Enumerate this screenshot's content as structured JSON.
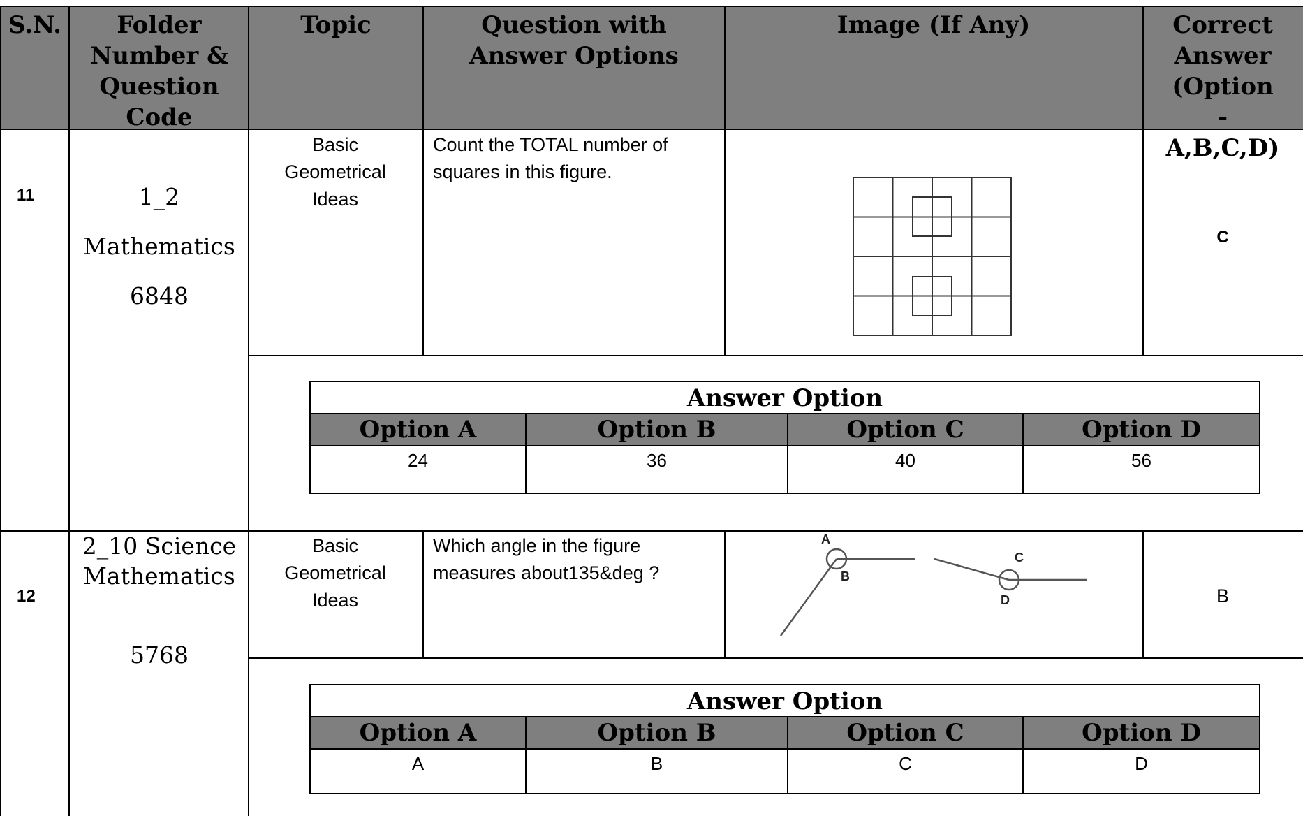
{
  "header": {
    "sn": "S.N.",
    "folder": "Folder Number & Question Code",
    "topic": "Topic",
    "question": "Question with Answer Options",
    "image": "Image (If Any)",
    "correct": "Correct Answer (Option - A,B,C,D)"
  },
  "rows": [
    {
      "sn": "11",
      "folder_lines": [
        "1_2",
        "Mathematics",
        "6848"
      ],
      "topic": "Basic Geometrical Ideas",
      "question": "Count the TOTAL number of squares in this figure.",
      "correct": "C",
      "answer_title": "Answer Option",
      "option_labels": [
        "Option A",
        "Option B",
        "Option C",
        "Option D"
      ],
      "option_values": [
        "24",
        "36",
        "40",
        "56"
      ]
    },
    {
      "sn": "12",
      "folder_lines": [
        "2_10 Science",
        "Mathematics",
        "5768"
      ],
      "topic": "Basic Geometrical Ideas",
      "question": "Which angle in the figure measures about135&deg ?",
      "correct": "B",
      "figure_labels": [
        "A",
        "B",
        "C",
        "D"
      ],
      "answer_title": "Answer Option",
      "option_labels": [
        "Option A",
        "Option B",
        "Option C",
        "Option D"
      ],
      "option_values": [
        "A",
        "B",
        "C",
        "D"
      ]
    }
  ]
}
